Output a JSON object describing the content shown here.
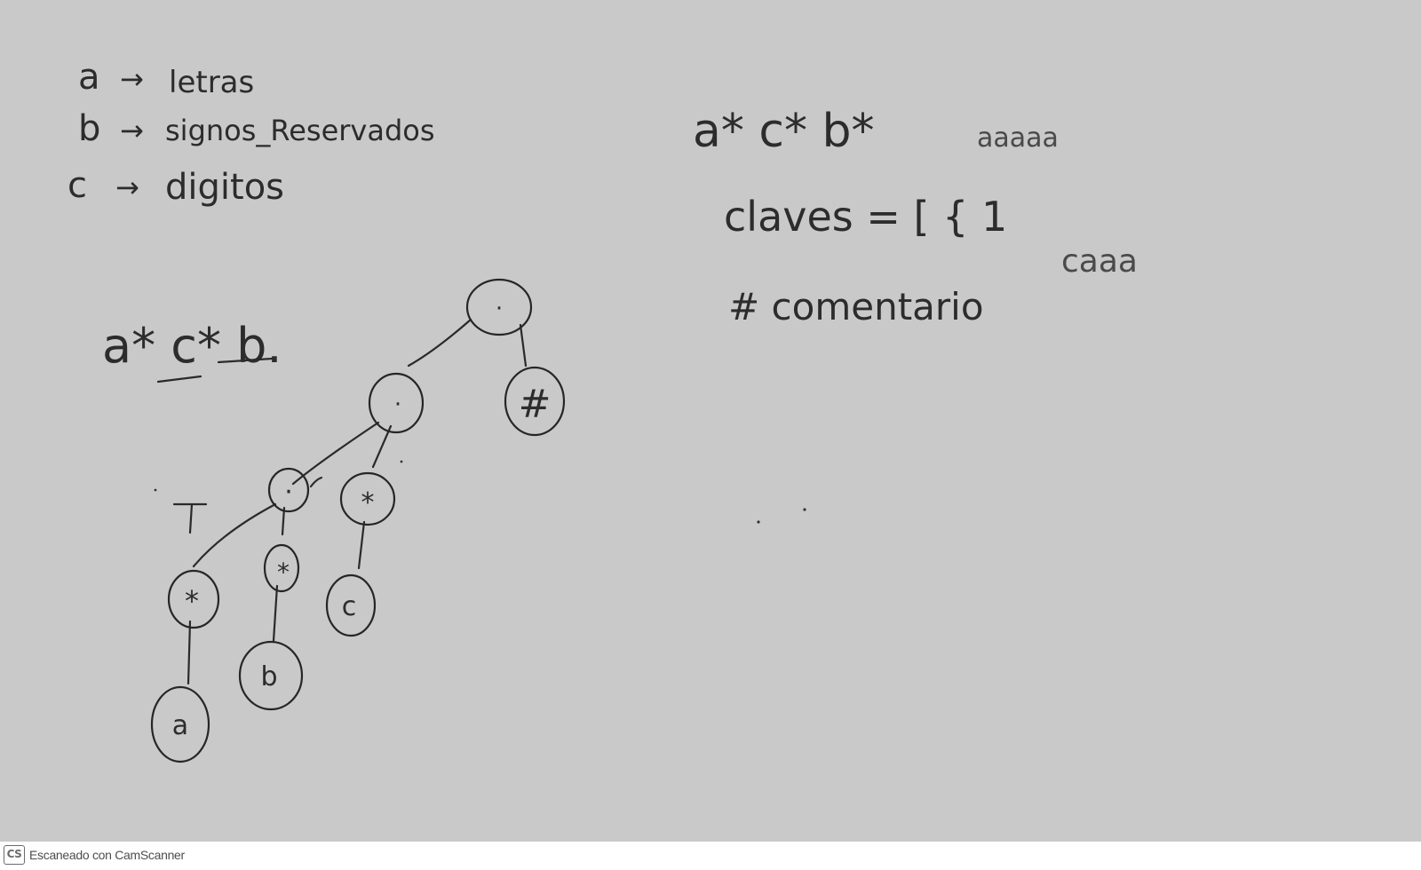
{
  "legend": [
    {
      "symbol": "a",
      "arrow": "→",
      "meaning": "letras"
    },
    {
      "symbol": "b",
      "arrow": "→",
      "meaning": "signos_Reservados"
    },
    {
      "symbol": "c",
      "arrow": "→",
      "meaning": "digitos"
    }
  ],
  "regex_top": "a* c* b*",
  "regex_left": "a* c* b.",
  "examples": {
    "string1": "aaaaa",
    "string2": "caaa"
  },
  "claves_line": "claves = [ { 1",
  "comment_line": "# comentario",
  "tree": {
    "nodes": [
      {
        "id": "root",
        "label": "·"
      },
      {
        "id": "concat",
        "label": "·"
      },
      {
        "id": "hash",
        "label": "#"
      },
      {
        "id": "concat2",
        "label": "·"
      },
      {
        "id": "star-c",
        "label": "*"
      },
      {
        "id": "star-a",
        "label": "*"
      },
      {
        "id": "star-b",
        "label": "*"
      },
      {
        "id": "leaf-c",
        "label": "c"
      },
      {
        "id": "leaf-b",
        "label": "b"
      },
      {
        "id": "leaf-a",
        "label": "a"
      }
    ]
  },
  "footer": {
    "logo_text": "CS",
    "text": "Escaneado con CamScanner"
  }
}
